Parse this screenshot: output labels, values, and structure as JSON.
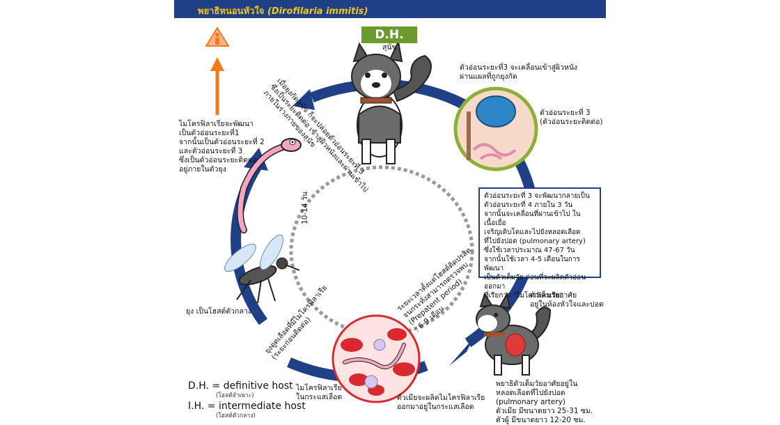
{
  "title": {
    "thai": "พยาธิหนอนหัวใจ",
    "scientific": "(Dirofilaria immitis)"
  },
  "dh_badge": "D.H.",
  "dog_label": "สุนัข",
  "stage3_enter": "ตัวอ่อนระยะที่3 จะเคลื่อนเข้าสู่ผิวหนัง\nผ่านแผลที่ถูกยุงกัด",
  "stage3_label": "ตัวอ่อนระยะที่ 3\n(ตัวอ่อนระยะติดต่อ)",
  "box_text": "ตัวอ่อนระยะที่ 3 จะพัฒนากลายเป็น\nตัวอ่อนระยะที่ 4 ภายใน 3 วัน\nจากนั้นจะเคลื่อนที่ผ่านเข้าไป ในเนื้อเยื่อ\nเจริญเติบโตและไปยังหลอดเลือด\nที่ไปยังปอด (pulmonary artery)\nซึ่งใช้เวลาประมาณ 47-67 วัน\nจากนั้นใช้เวลา 4-5 เดือนในการพัฒนา\nเป็นตัวเต็มวัย ก่อนที่จะผลิตตัวอ่อนออกมา\nที่เรียกว่า \"ไมโครฟิลาเรีย\"",
  "adult_habitat": "ตัวเต็มวัยอาศัย\nอยู่ในห้องหัวใจและปอด",
  "adult_desc": "พยาธิตัวเต็มวัยอาศัยอยู่ใน\nหลอดเลือดที่ไปยังปอด\n(pulmonary artery)\nตัวเมีย มีขนาดยาว 25-31 ซม.\nตัวผู้  มีขนาดยาว 12-20 ซม.",
  "female_produce": "ตัวเมียจะผลิตไมโครฟิลาเรีย\nออกมาอยู่ในกระแสเลือด",
  "microfilaria_blood": "ไมโครฟิลาเรีย\nในกระแสเลือด",
  "prepatent": "ระยะเวลาตั้งแต่โฮสต์ติดปรสิต\nจนกระทั่งสามารถตรวจพบ\n(Prepatent period)\n: 6-9 เดือน",
  "mosquito_suck": "ยุงดูดเลือดที่มีไมโครฟิลาเรีย\n(ระยะก่อนติดต่อ)",
  "mosquito_label": "ยุง เป็นโฮสต์ตัวกลาง",
  "days": "10-14 วัน",
  "develop_text": "ไมโครฟิลาเรียจะพัฒนา\nเป็นตัวอ่อนระยะที่1\nจากนั้นเป็นตัวอ่อนระยะที่ 2\nและตัวอ่อนระยะที่ 3\nซึ่งเป็นตัวอ่อนระยะติดต่อ\nอยู่ภายในตัวยุง",
  "bite_text": "เมื่อยุงกัดสุนัข ก็จะปล่อยตัวอ่อนระยะที่ 3\nซึ่งเป็นระยะติดต่อ เข้าสู่ผิวหนังและผ่านเข้าไป\nภายในร่างกายของสุนัข",
  "legend": {
    "dh": "D.H. = definitive host",
    "dh_sub": "(โฮสต์จำเพาะ)",
    "ih": "I.H. = intermediate host",
    "ih_sub": "(โฮสต์ตัวกลาง)"
  },
  "colors": {
    "navy": "#1f3f86",
    "yellow": "#f5c518",
    "green": "#6b9b2f",
    "orange": "#f07a1e",
    "blood": "#d9282e",
    "worm": "#f4a6c0"
  }
}
